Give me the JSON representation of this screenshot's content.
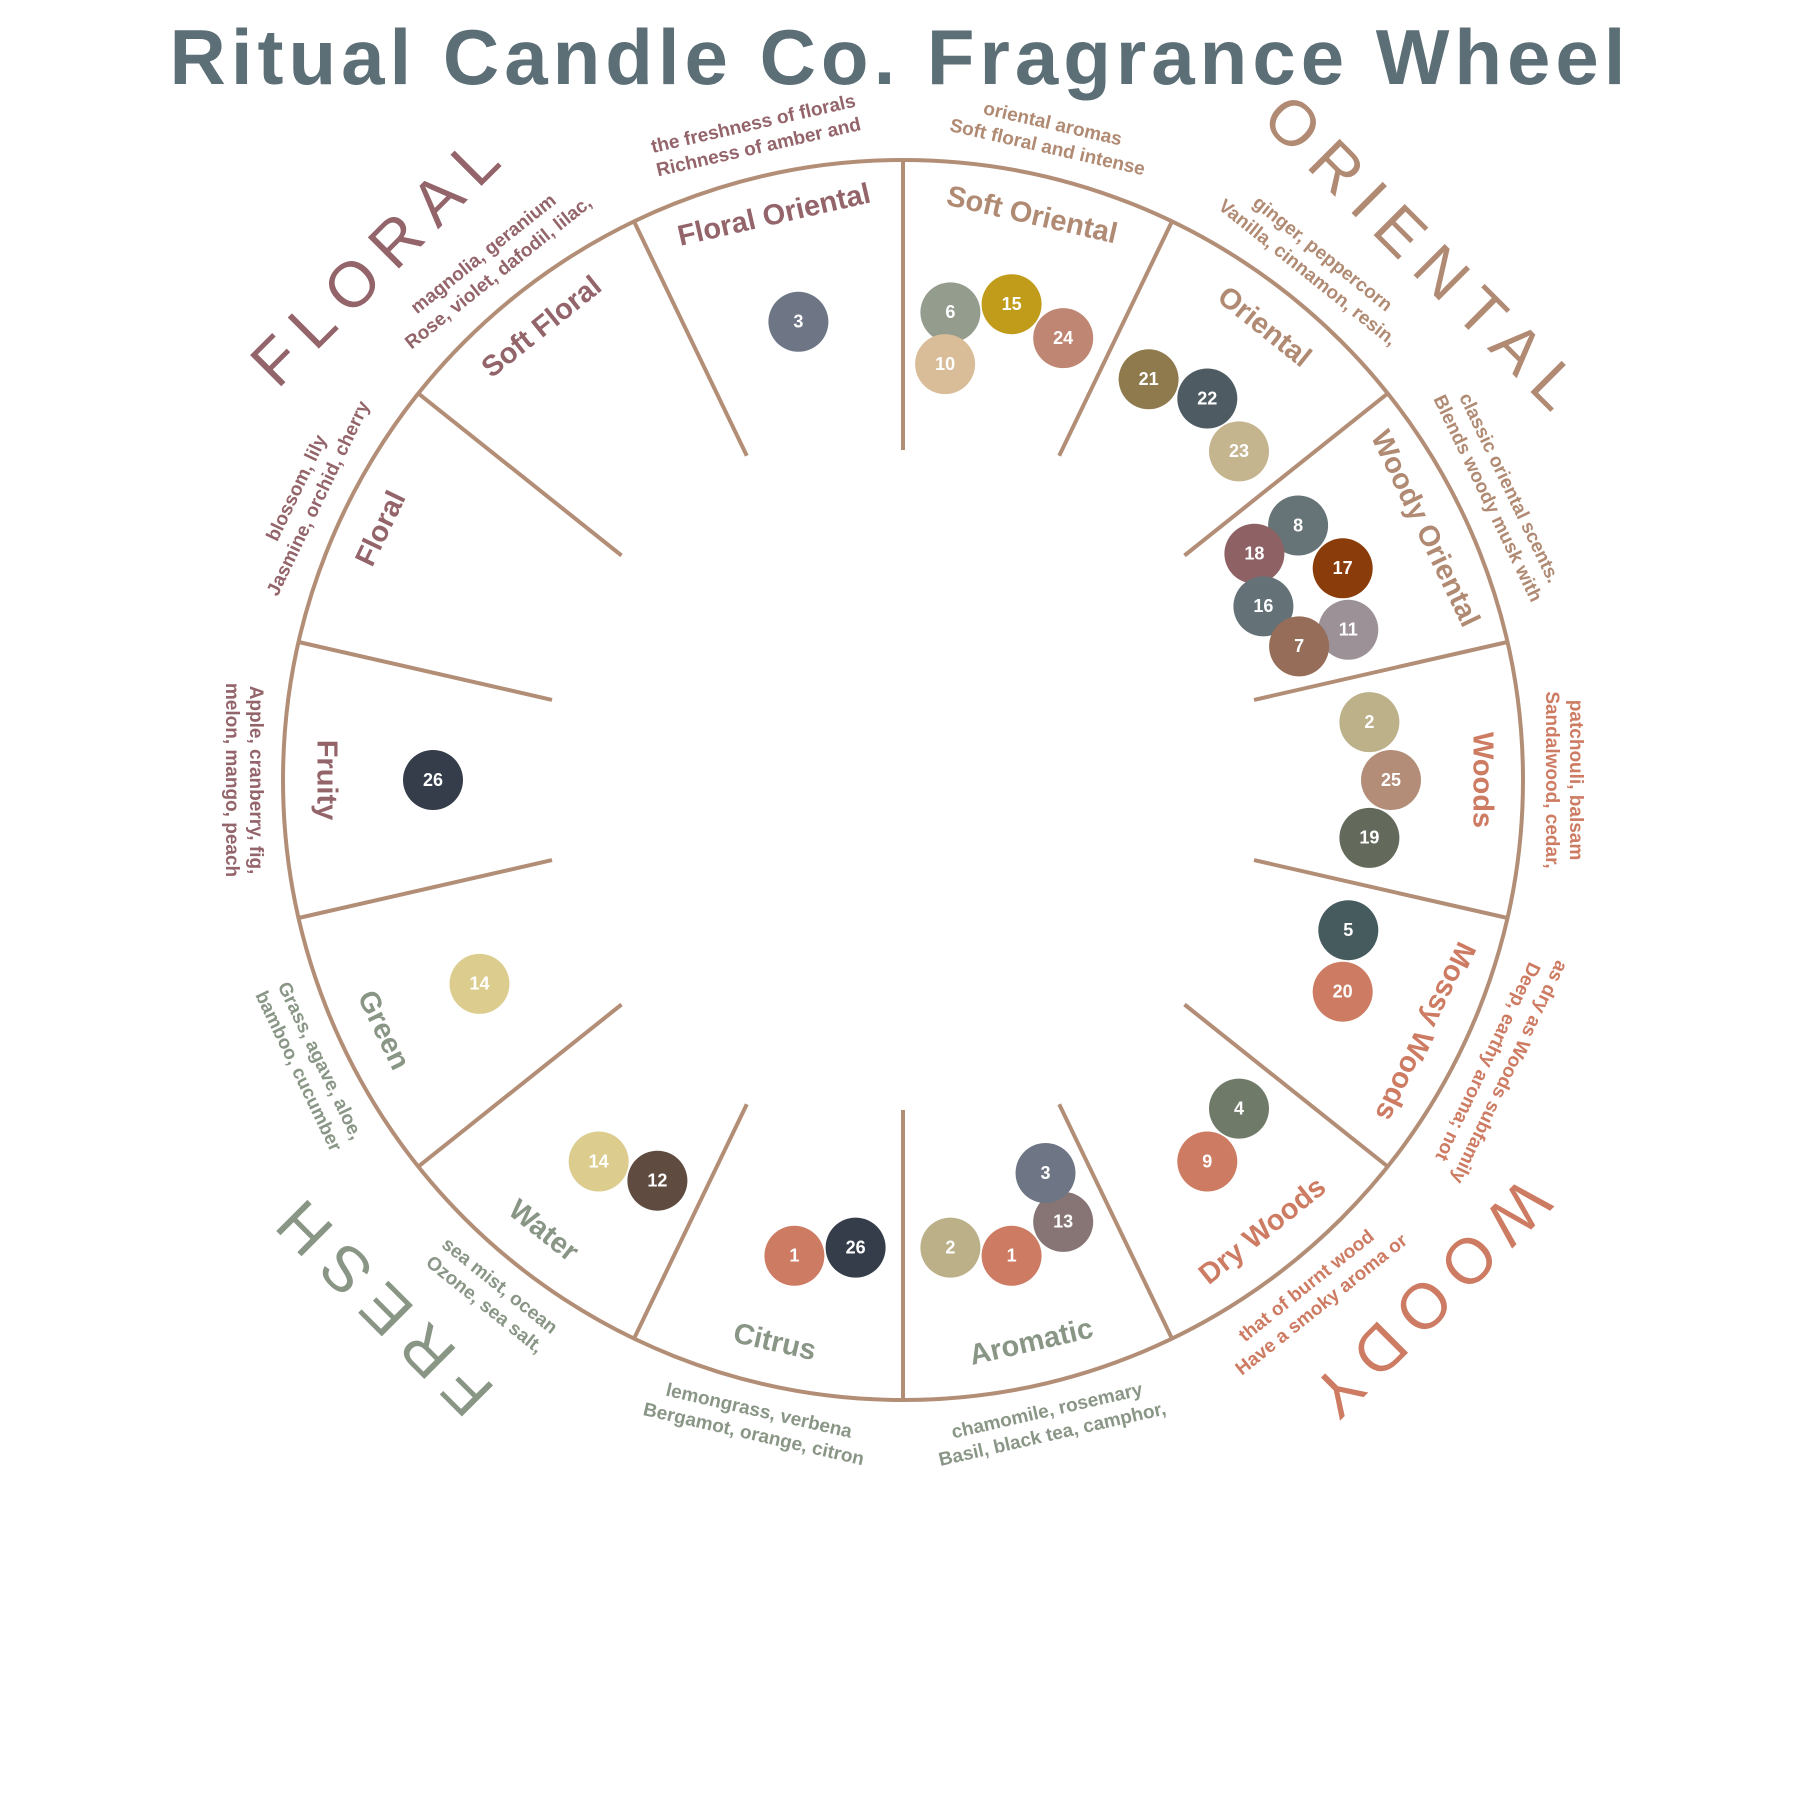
{
  "title": "Ritual Candle Co. Fragrance Wheel",
  "colors": {
    "ring": "#b38e77",
    "floral": "#93646a",
    "oriental": "#b08a73",
    "woody": "#cd7b62",
    "fresh": "#899686"
  },
  "families": [
    {
      "id": "floral",
      "name": "FLORAL"
    },
    {
      "id": "oriental",
      "name": "ORIENTAL"
    },
    {
      "id": "woody",
      "name": "WOODY"
    },
    {
      "id": "fresh",
      "name": "FRESH"
    }
  ],
  "subfamilies": [
    {
      "id": "floral-oriental",
      "family": "floral",
      "name": "Floral Oriental",
      "desc": [
        "Richness of amber and",
        "the freshness of florals"
      ],
      "candles": [
        {
          "n": "3",
          "color": "#6e7585"
        }
      ]
    },
    {
      "id": "soft-oriental",
      "family": "oriental",
      "name": "Soft Oriental",
      "desc": [
        "Soft floral and intense",
        "oriental aromas"
      ],
      "candles": [
        {
          "n": "6",
          "color": "#949c8e"
        },
        {
          "n": "15",
          "color": "#c19b1a"
        },
        {
          "n": "24",
          "color": "#c08674"
        },
        {
          "n": "10",
          "color": "#d9bc98"
        }
      ]
    },
    {
      "id": "oriental",
      "family": "oriental",
      "name": "Oriental",
      "desc": [
        "Vanilla, cinnamon, resin,",
        "ginger, peppercorn"
      ],
      "candles": [
        {
          "n": "21",
          "color": "#8e7a4d"
        },
        {
          "n": "22",
          "color": "#4e5b63"
        },
        {
          "n": "23",
          "color": "#c5b58f"
        }
      ]
    },
    {
      "id": "woody-oriental",
      "family": "oriental",
      "name": "Woody Oriental",
      "desc": [
        "Blends woody musk with",
        "classic oriental scents."
      ],
      "candles": [
        {
          "n": "8",
          "color": "#667478"
        },
        {
          "n": "17",
          "color": "#8a3d0b"
        },
        {
          "n": "11",
          "color": "#9b9197"
        },
        {
          "n": "18",
          "color": "#8e6165"
        },
        {
          "n": "16",
          "color": "#647278"
        },
        {
          "n": "7",
          "color": "#966d58"
        }
      ]
    },
    {
      "id": "woods",
      "family": "woody",
      "name": "Woods",
      "desc": [
        "Sandalwood, cedar,",
        "patchouli, balsam"
      ],
      "candles": [
        {
          "n": "2",
          "color": "#bdb18a"
        },
        {
          "n": "25",
          "color": "#b38d78"
        },
        {
          "n": "19",
          "color": "#646a5b"
        }
      ]
    },
    {
      "id": "mossy-woods",
      "family": "woody",
      "name": "Mossy Woods",
      "desc": [
        "Deep, earthy aroma; not",
        "as dry as Woods subfamily"
      ],
      "candles": [
        {
          "n": "5",
          "color": "#465b5e"
        },
        {
          "n": "20",
          "color": "#cd7c63"
        }
      ]
    },
    {
      "id": "dry-woods",
      "family": "woody",
      "name": "Dry Woods",
      "desc": [
        "Have a smoky aroma or",
        "that of burnt wood"
      ],
      "candles": [
        {
          "n": "4",
          "color": "#707a68"
        },
        {
          "n": "9",
          "color": "#cd7b62"
        }
      ]
    },
    {
      "id": "aromatic",
      "family": "fresh",
      "name": "Aromatic",
      "desc": [
        "Basil, black tea, camphor,",
        "chamomile, rosemary"
      ],
      "candles": [
        {
          "n": "13",
          "color": "#867574"
        },
        {
          "n": "1",
          "color": "#cd7b62"
        },
        {
          "n": "2",
          "color": "#bcb089"
        },
        {
          "n": "3",
          "color": "#6e7585"
        }
      ]
    },
    {
      "id": "citrus",
      "family": "fresh",
      "name": "Citrus",
      "desc": [
        "Bergamot, orange, citron",
        "lemongrass, verbena"
      ],
      "candles": [
        {
          "n": "26",
          "color": "#353d4b"
        },
        {
          "n": "1",
          "color": "#cd7b62"
        }
      ]
    },
    {
      "id": "water",
      "family": "fresh",
      "name": "Water",
      "desc": [
        "Ozone, sea salt,",
        "sea mist, ocean"
      ],
      "candles": [
        {
          "n": "12",
          "color": "#5f4b40"
        },
        {
          "n": "14",
          "color": "#dccd8f"
        }
      ]
    },
    {
      "id": "green",
      "family": "fresh",
      "name": "Green",
      "desc": [
        "Grass, agave, aloe,",
        "bamboo, cucumber"
      ],
      "candles": [
        {
          "n": "14",
          "color": "#dccd8f"
        }
      ]
    },
    {
      "id": "fruity",
      "family": "floral",
      "name": "Fruity",
      "desc": [
        "Apple, cranberry, fig,",
        "melon, mango, peach"
      ],
      "candles": [
        {
          "n": "26",
          "color": "#353d4b"
        }
      ]
    },
    {
      "id": "floral",
      "family": "floral",
      "name": "Floral",
      "desc": [
        "Jasmine, orchid, cherry",
        "blossom, lily"
      ],
      "candles": []
    },
    {
      "id": "soft-floral",
      "family": "floral",
      "name": "Soft Floral",
      "desc": [
        "Rose, violet, dafodil, lilac,",
        "magnolia, geranium"
      ],
      "candles": []
    }
  ]
}
